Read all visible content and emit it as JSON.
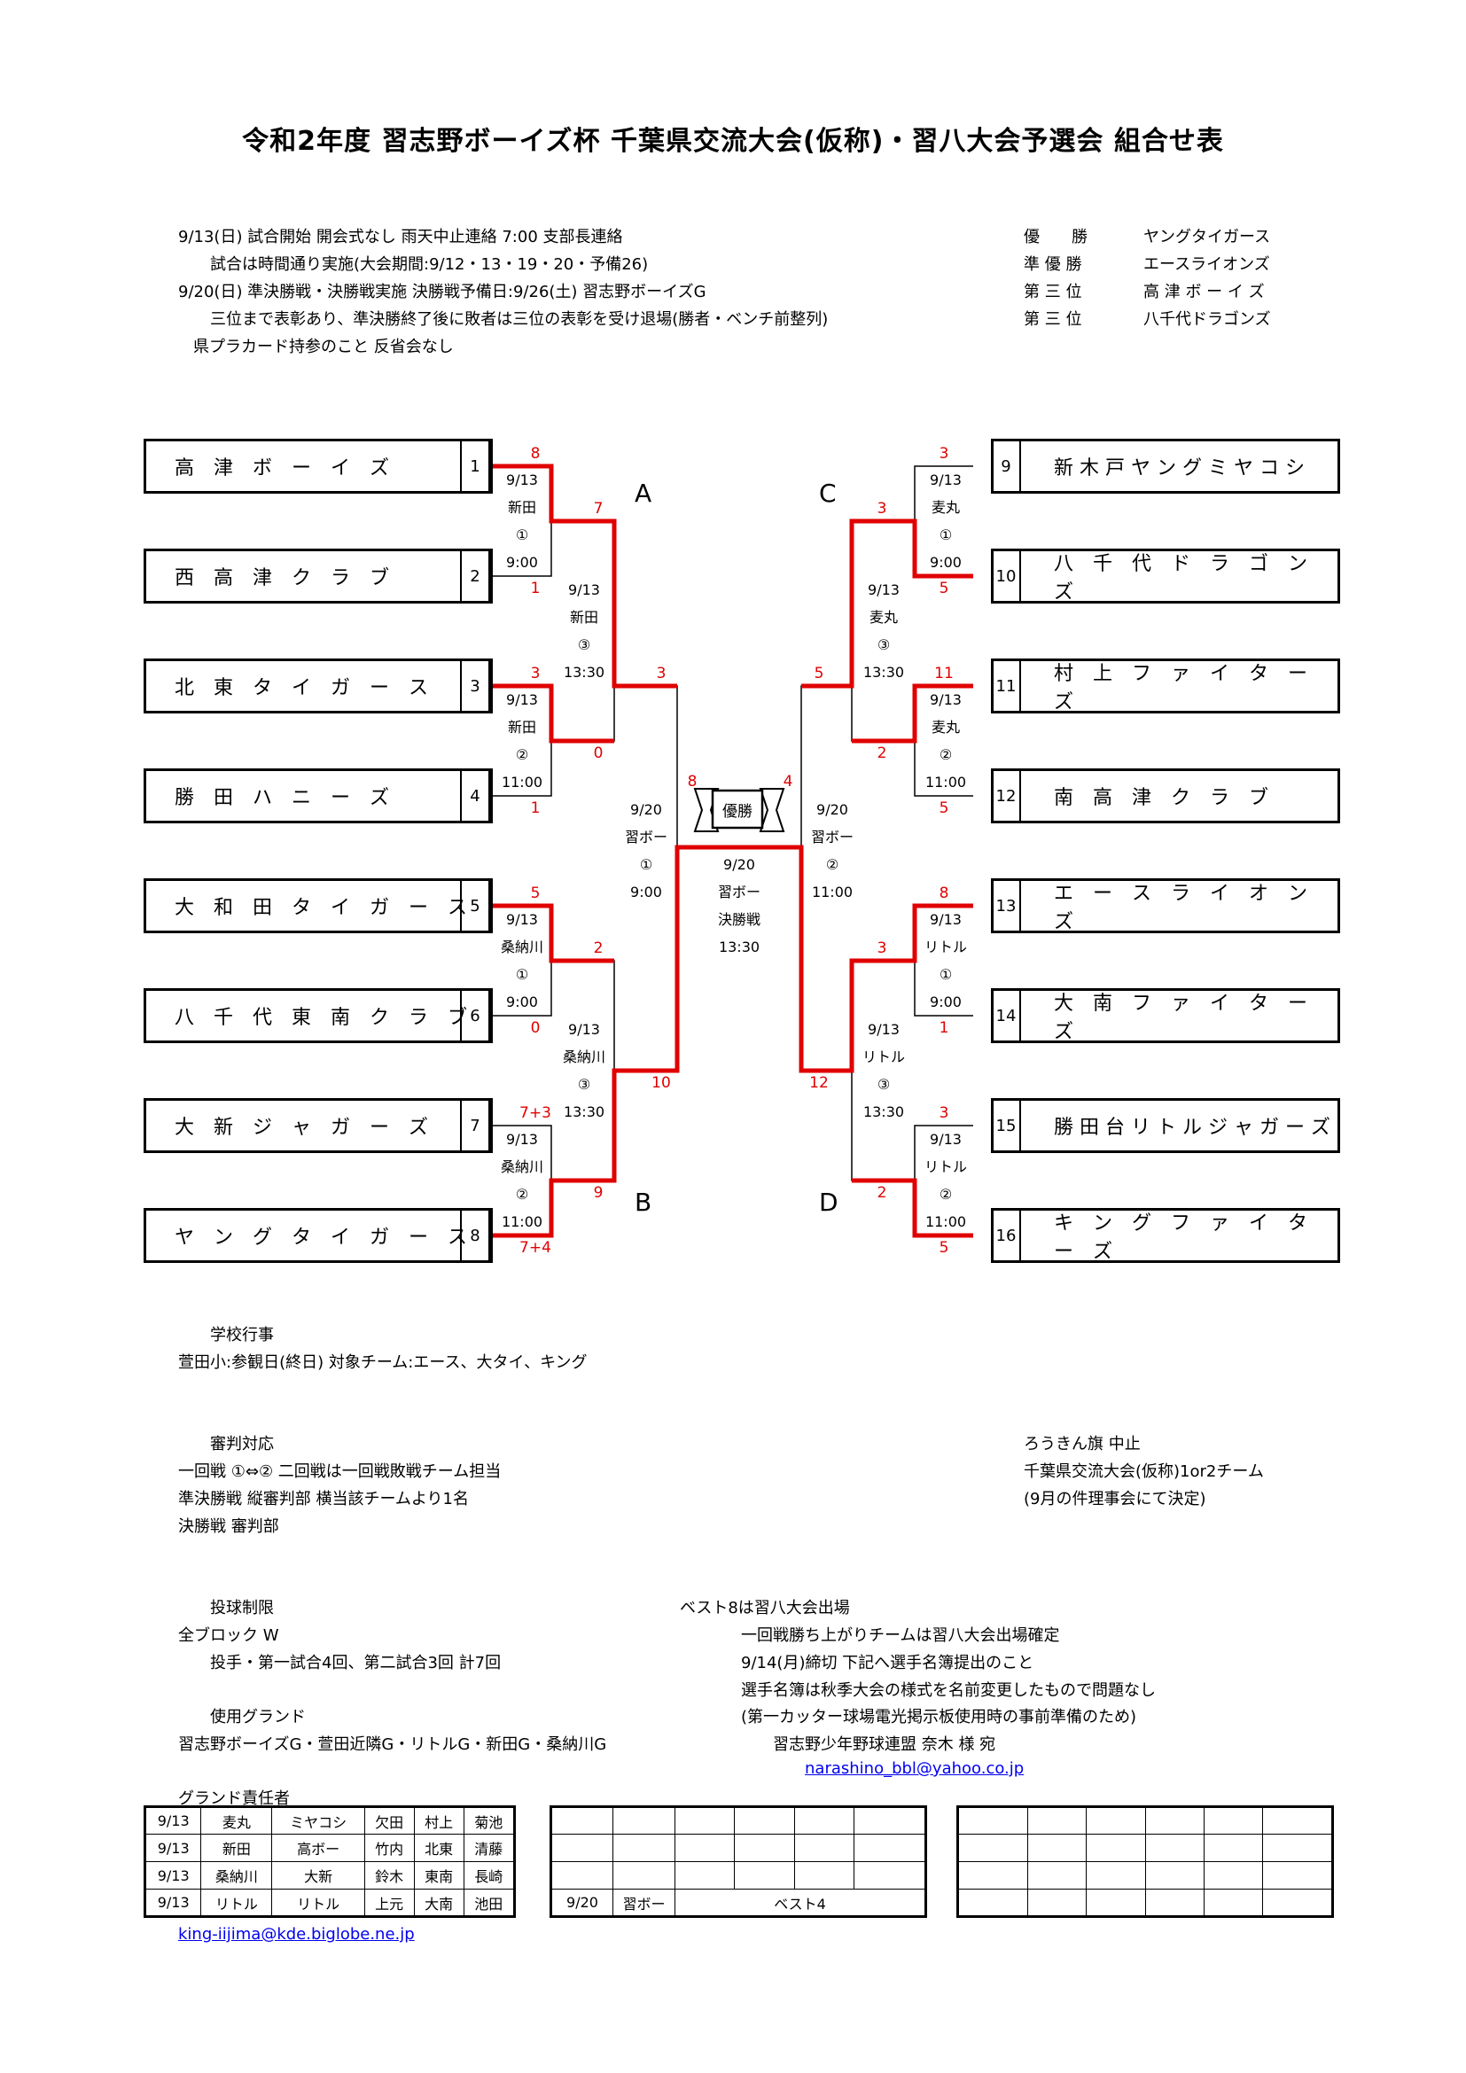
{
  "title": "令和2年度 習志野ボーイズ杯 千葉県交流大会(仮称)・習八大会予選会 組合せ表",
  "notes": [
    "9/13(日) 試合開始 開会式なし 雨天中止連絡 7:00 支部長連絡",
    "試合は時間通り実施(大会期間:9/12・13・19・20・予備26)",
    "9/20(日) 準決勝戦・決勝戦実施 決勝戦予備日:9/26(土) 習志野ボーイズG",
    "三位まで表彰あり、準決勝終了後に敗者は三位の表彰を受け退場(勝者・ベンチ前整列)",
    "県プラカード持参のこと 反省会なし"
  ],
  "results": [
    {
      "rank": "優　　勝",
      "team": "ヤングタイガース"
    },
    {
      "rank": "準 優 勝",
      "team": "エースライオンズ"
    },
    {
      "rank": "第 三 位",
      "team": "高 津 ボ ー イ ズ"
    },
    {
      "rank": "第 三 位",
      "team": "八千代ドラゴンズ"
    }
  ],
  "teams_left": [
    {
      "name": "高　津　ボ　ー　イ　ズ",
      "num": "1"
    },
    {
      "name": "西　高　津　ク　ラ　ブ",
      "num": "2"
    },
    {
      "name": "北　東　タ　イ　ガ　ー　ス",
      "num": "3"
    },
    {
      "name": "勝　田　ハ　ニ　ー　ズ",
      "num": "4"
    },
    {
      "name": "大　和　田　タ　イ　ガ　ー　ス",
      "num": "5"
    },
    {
      "name": "八　千　代　東　南　ク　ラ　ブ",
      "num": "6"
    },
    {
      "name": "大　新　ジ　ャ　ガ　ー　ズ",
      "num": "7"
    },
    {
      "name": "ヤ　ン　グ　タ　イ　ガ　ー　ス",
      "num": "8"
    }
  ],
  "teams_right": [
    {
      "name": "新 木 戸 ヤ ン グ ミ ヤ コ シ",
      "num": "9"
    },
    {
      "name": "八　千　代　ド　ラ　ゴ　ン　ズ",
      "num": "10"
    },
    {
      "name": "村　上　フ　ァ　イ　タ　ー　ズ",
      "num": "11"
    },
    {
      "name": "南　高　津　ク　ラ　ブ",
      "num": "12"
    },
    {
      "name": "エ　ー　ス　ラ　イ　オ　ン　ズ",
      "num": "13"
    },
    {
      "name": "大　南　フ　ァ　イ　タ　ー　ズ",
      "num": "14"
    },
    {
      "name": "勝 田 台 リ ト ル ジ ャ ガ ー ズ",
      "num": "15"
    },
    {
      "name": "キ　ン　グ　フ　ァ　イ　タ　ー　ズ",
      "num": "16"
    }
  ],
  "blocks": {
    "a": "A",
    "b": "B",
    "c": "C",
    "d": "D"
  },
  "scores": {
    "m1_top": "8",
    "m1_bot": "1",
    "m2_top": "3",
    "m2_bot": "1",
    "m3_top": "5",
    "m3_bot": "0",
    "m4_top": "7+3",
    "m4_bot": "7+4",
    "q1_top": "7",
    "q1_bot": "0",
    "q2_top": "2",
    "q2_bot": "9",
    "s1_top": "3",
    "s1_bot": "10",
    "m5_top": "3",
    "m5_bot": "5",
    "m6_top": "11",
    "m6_bot": "5",
    "m7_top": "8",
    "m7_bot": "1",
    "m8_top": "3",
    "m8_bot": "5",
    "q3_top": "3",
    "q3_bot": "2",
    "q4_top": "3",
    "q4_bot": "2",
    "s2_top": "5",
    "s2_bot": "12",
    "f_left": "8",
    "f_right": "4"
  },
  "match_info": {
    "m1": [
      "9/13",
      "新田",
      "①",
      "9:00"
    ],
    "m2": [
      "9/13",
      "新田",
      "②",
      "11:00"
    ],
    "m3": [
      "9/13",
      "桑納川",
      "①",
      "9:00"
    ],
    "m4": [
      "9/13",
      "桑納川",
      "②",
      "11:00"
    ],
    "q1": [
      "9/13",
      "新田",
      "③",
      "13:30"
    ],
    "q2": [
      "9/13",
      "桑納川",
      "③",
      "13:30"
    ],
    "s1": [
      "9/20",
      "習ボー",
      "①",
      "9:00"
    ],
    "m5": [
      "9/13",
      "麦丸",
      "①",
      "9:00"
    ],
    "m6": [
      "9/13",
      "麦丸",
      "②",
      "11:00"
    ],
    "m7": [
      "9/13",
      "リトル",
      "①",
      "9:00"
    ],
    "m8": [
      "9/13",
      "リトル",
      "②",
      "11:00"
    ],
    "q3": [
      "9/13",
      "麦丸",
      "③",
      "13:30"
    ],
    "q4": [
      "9/13",
      "リトル",
      "③",
      "13:30"
    ],
    "s2": [
      "9/20",
      "習ボー",
      "②",
      "11:00"
    ],
    "final": [
      "9/20",
      "習ボー",
      "決勝戦",
      "13:30"
    ]
  },
  "champion_label": "優勝",
  "school_events": {
    "heading": "学校行事",
    "line": "萱田小:参観日(終日) 対象チーム:エース、大タイ、キング"
  },
  "umpire": {
    "heading": "審判対応",
    "lines": [
      "一回戦 ①⇔② 二回戦は一回戦敗戦チーム担当",
      "準決勝戦 縦審判部 横当該チームより1名",
      "決勝戦 審判部"
    ]
  },
  "flag": {
    "lines": [
      "ろうきん旗 中止",
      "千葉県交流大会(仮称)1or2チーム",
      "(9月の件理事会にて決定)"
    ]
  },
  "pitching": {
    "heading": "投球制限",
    "lines": [
      "全ブロック W",
      "投手・第一試合4回、第二試合3回 計7回"
    ]
  },
  "grounds": {
    "heading": "使用グランド",
    "line": "習志野ボーイズG・萱田近隣G・リトルG・新田G・桑納川G"
  },
  "best8": {
    "heading": "ベスト8は習八大会出場",
    "lines": [
      "一回戦勝ち上がりチームは習八大会出場確定",
      "9/14(月)締切 下記へ選手名簿提出のこと",
      "選手名簿は秋季大会の様式を名前変更したもので問題なし",
      "(第一カッター球場電光掲示板使用時の事前準備のため)",
      "習志野少年野球連盟 奈木 様 宛"
    ],
    "email": "narashino_bbl@yahoo.co.jp"
  },
  "ground_managers": {
    "heading": "グランド責任者",
    "rows": [
      [
        "9/13",
        "麦丸",
        "ミヤコシ",
        "欠田",
        "村上",
        "菊池"
      ],
      [
        "9/13",
        "新田",
        "高ボー",
        "竹内",
        "北東",
        "清藤"
      ],
      [
        "9/13",
        "桑納川",
        "大新",
        "鈴木",
        "東南",
        "長崎"
      ],
      [
        "9/13",
        "リトル",
        "リトル",
        "上元",
        "大南",
        "池田"
      ]
    ]
  },
  "table2": {
    "date": "9/20",
    "place": "習ボー",
    "note": "ベスト4"
  },
  "footer_email": "king-iijima@kde.biglobe.ne.jp"
}
